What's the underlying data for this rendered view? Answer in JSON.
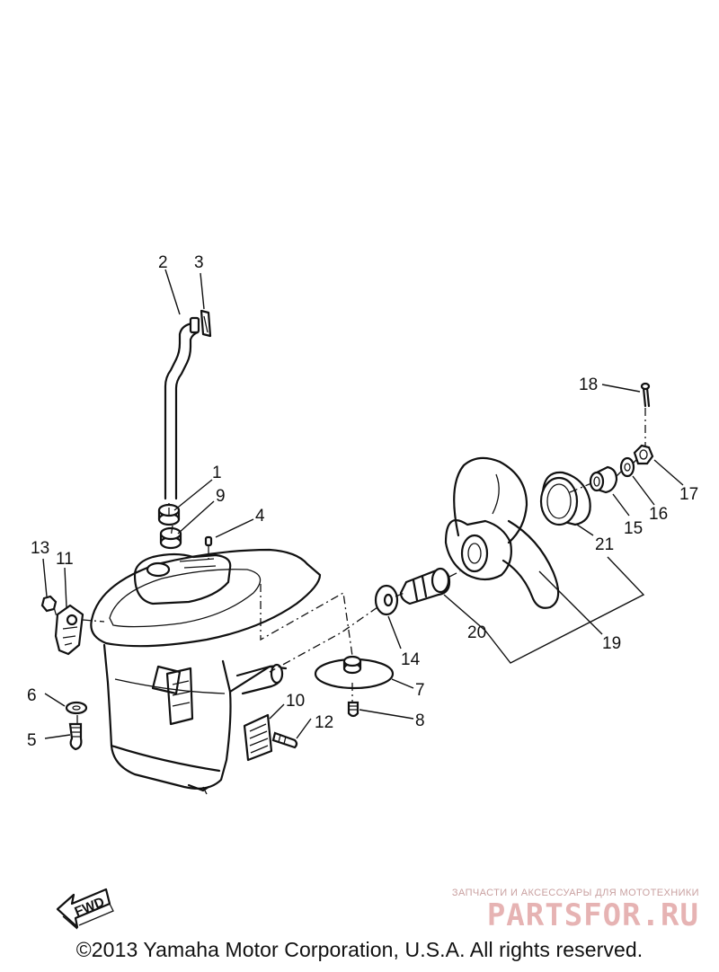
{
  "diagram": {
    "callouts": [
      {
        "id": "c1",
        "text": "1"
      },
      {
        "id": "c2",
        "text": "2"
      },
      {
        "id": "c3",
        "text": "3"
      },
      {
        "id": "c4",
        "text": "4"
      },
      {
        "id": "c5",
        "text": "5"
      },
      {
        "id": "c6",
        "text": "6"
      },
      {
        "id": "c7",
        "text": "7"
      },
      {
        "id": "c8",
        "text": "8"
      },
      {
        "id": "c9",
        "text": "9"
      },
      {
        "id": "c10",
        "text": "10"
      },
      {
        "id": "c11",
        "text": "11"
      },
      {
        "id": "c12",
        "text": "12"
      },
      {
        "id": "c13",
        "text": "13"
      },
      {
        "id": "c14",
        "text": "14"
      },
      {
        "id": "c15",
        "text": "15"
      },
      {
        "id": "c16",
        "text": "16"
      },
      {
        "id": "c17",
        "text": "17"
      },
      {
        "id": "c18",
        "text": "18"
      },
      {
        "id": "c19",
        "text": "19"
      },
      {
        "id": "c20",
        "text": "20"
      },
      {
        "id": "c21",
        "text": "21"
      }
    ],
    "fwd_label": "FWD"
  },
  "footer": {
    "copyright": "©2013 Yamaha Motor Corporation, U.S.A. All rights reserved."
  },
  "watermark": {
    "tagline": "ЗАПЧАСТИ И АКСЕССУАРЫ ДЛЯ МОТОТЕХНИКИ",
    "logo": "PARTSFOR.RU"
  }
}
